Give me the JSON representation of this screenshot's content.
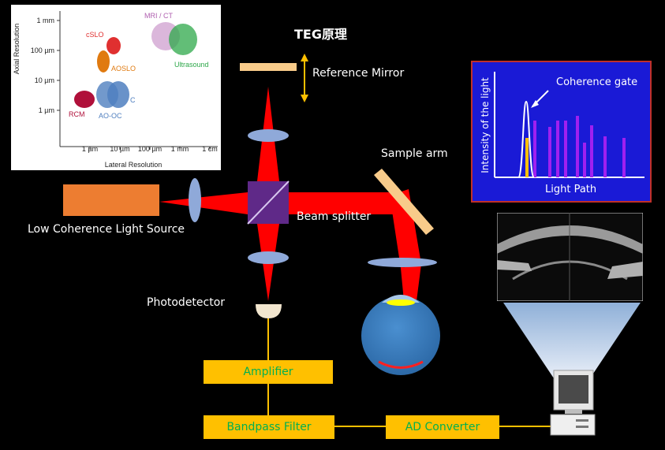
{
  "title": "TEG原理",
  "labels": {
    "reference_mirror": "Reference Mirror",
    "sample_arm": "Sample arm",
    "beam_splitter": "Beam splitter",
    "light_source": "Low Coherence Light Source",
    "photodetector": "Photodetector"
  },
  "blocks": {
    "amplifier": "Amplifier",
    "bandpass": "Bandpass Filter",
    "adc": "AD Converter"
  },
  "resolution_chart": {
    "y_title": "Axial Resolution",
    "x_title": "Lateral Resolution",
    "y_ticks": [
      "1 mm",
      "100 µm",
      "10 µm",
      "1 µm"
    ],
    "x_ticks": [
      "1 µm",
      "10 µm",
      "100 µm",
      "1 mm",
      "1 cm"
    ],
    "modalities": {
      "mri": "MRI / CT",
      "ultrasound": "Ultrasound",
      "cslo": "cSLO",
      "aoslo": "AOSLO",
      "rcm": "RCM",
      "aooct": "AO-OC",
      "c_mark": "C"
    },
    "colors": {
      "mri": "#b060b0",
      "ultrasound": "#2ea84a",
      "cslo": "#e03030",
      "aoslo": "#e07a10",
      "rcm": "#b0103a",
      "aooct": "#4f7fbf"
    }
  },
  "coherence_chart": {
    "y_title": "Intensity of the light",
    "x_title": "Light Path",
    "gate_label": "Coherence gate"
  },
  "colors": {
    "beam": "#ff0000",
    "box": "#ffc000",
    "box_text": "#00b050",
    "lens": "#8fa9d9",
    "source": "#ed7d31",
    "mirror": "#f8cb8a"
  }
}
